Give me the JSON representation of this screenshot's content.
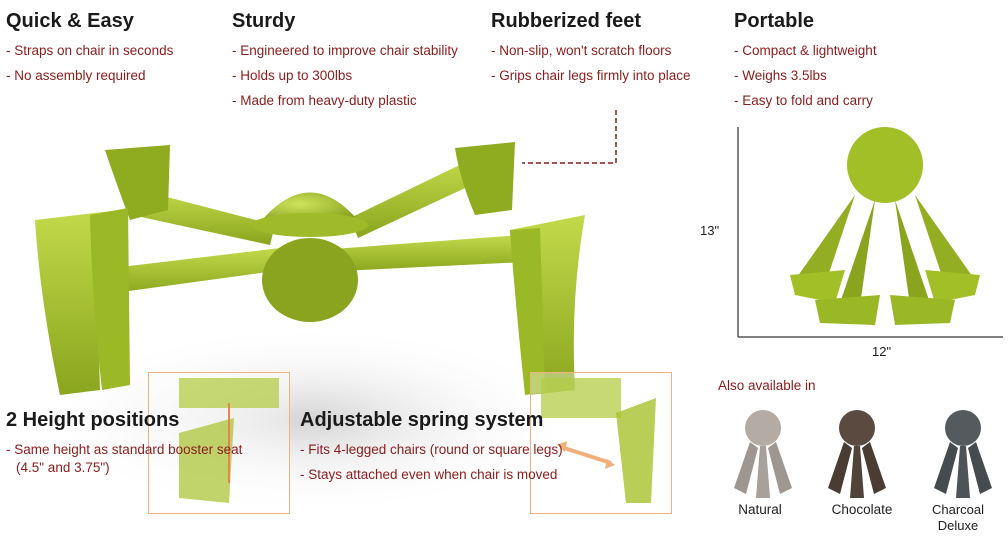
{
  "features": {
    "quick_easy": {
      "title": "Quick & Easy",
      "bullets": [
        "Straps on chair in seconds",
        "No assembly required"
      ]
    },
    "sturdy": {
      "title": "Sturdy",
      "bullets": [
        "Engineered to improve chair stability",
        "Holds up to 300lbs",
        "Made from heavy-duty plastic"
      ]
    },
    "rubberized_feet": {
      "title": "Rubberized feet",
      "bullets": [
        "Non-slip, won't scratch floors",
        "Grips chair legs firmly into place"
      ]
    },
    "portable": {
      "title": "Portable",
      "bullets": [
        "Compact & lightweight",
        "Weighs 3.5lbs",
        "Easy to fold and carry"
      ]
    },
    "height_positions": {
      "title": "2 Height positions",
      "bullets": [
        "Same height as standard booster seat (4.5\" and 3.75\")"
      ]
    },
    "spring_system": {
      "title": "Adjustable spring system",
      "bullets": [
        "Fits 4-legged chairs (round or square legs)",
        "Stays attached even when chair is moved"
      ]
    }
  },
  "dimensions": {
    "height": "13\"",
    "width": "12\""
  },
  "colors_section": {
    "title": "Also available in",
    "variants": [
      {
        "name": "Natural",
        "color": "#b3aba4"
      },
      {
        "name": "Chocolate",
        "color": "#5a4a3f"
      },
      {
        "name": "Charcoal Deluxe",
        "color": "#545a5e"
      }
    ]
  },
  "product_color": "#a6c22c",
  "accent_color": "#8b1c1c"
}
